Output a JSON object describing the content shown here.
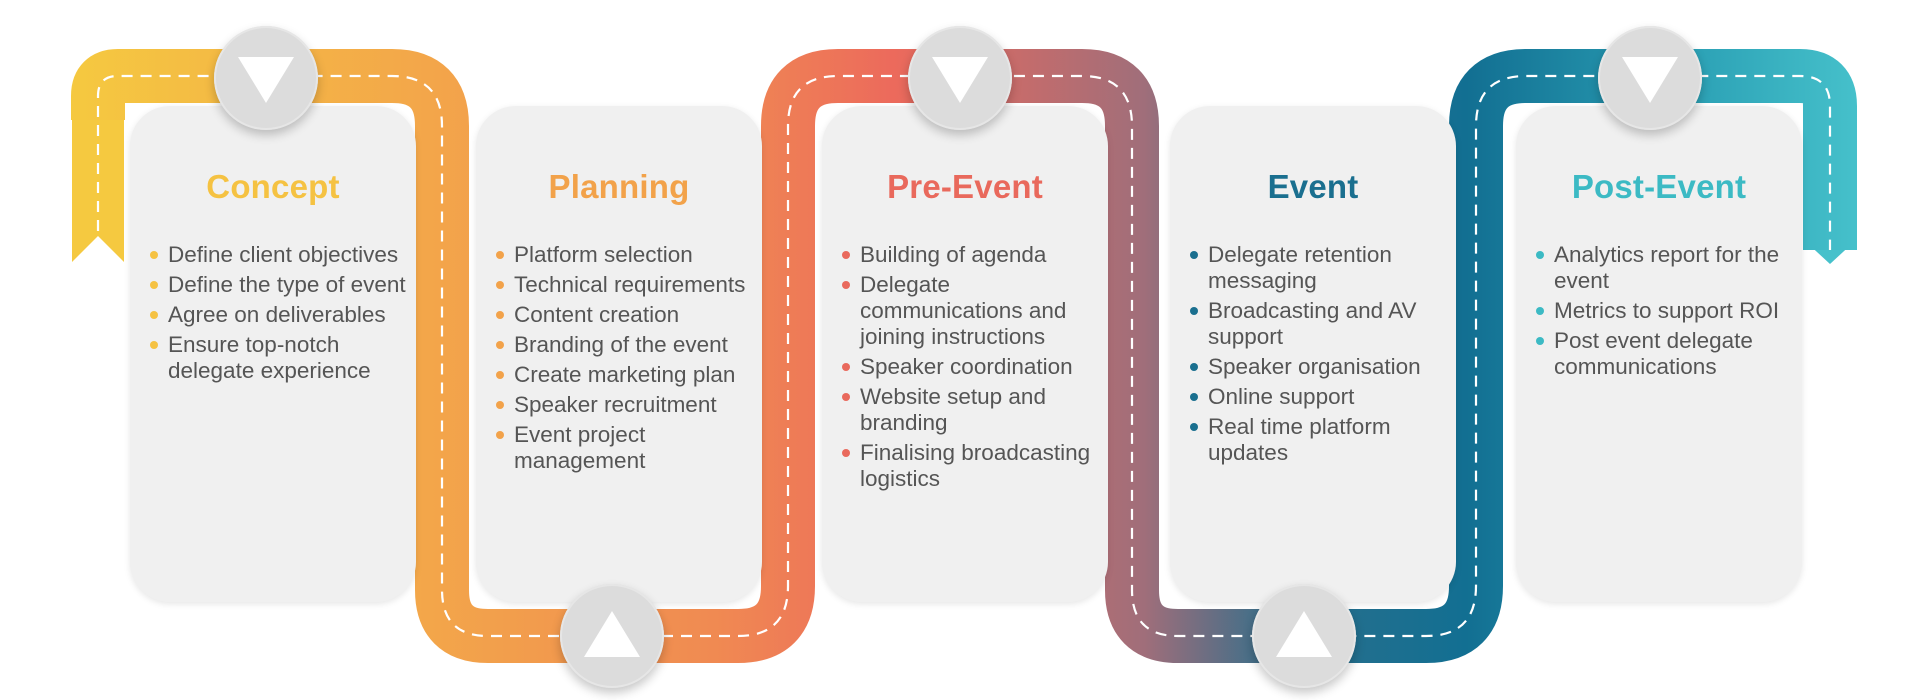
{
  "stages": [
    {
      "title": "Concept",
      "color": "#f5c242",
      "items": [
        "Define client objectives",
        "Define the type of event",
        "Agree on deliverables",
        "Ensure top-notch delegate experience"
      ]
    },
    {
      "title": "Planning",
      "color": "#f2a24a",
      "items": [
        "Platform selection",
        "Technical requirements",
        "Content creation",
        "Branding of the event",
        "Create marketing plan",
        "Speaker recruitment",
        "Event project management"
      ]
    },
    {
      "title": "Pre-Event",
      "color": "#e9695c",
      "items": [
        "Building of agenda",
        "Delegate communications and joining instructions",
        "Speaker coordination",
        "Website setup and branding",
        "Finalising broadcasting logistics"
      ]
    },
    {
      "title": "Event",
      "color": "#1a6f8f",
      "items": [
        "Delegate retention messaging",
        "Broadcasting and AV support",
        "Speaker organisation",
        "Online support",
        "Real time platform updates"
      ]
    },
    {
      "title": "Post-Event",
      "color": "#3cbac4",
      "items": [
        "Analytics report for the event",
        "Metrics to support ROI",
        "Post event delegate communications"
      ]
    }
  ],
  "icons": {
    "top_knob": "arrow-down-icon",
    "bottom_knob": "arrow-up-icon"
  }
}
